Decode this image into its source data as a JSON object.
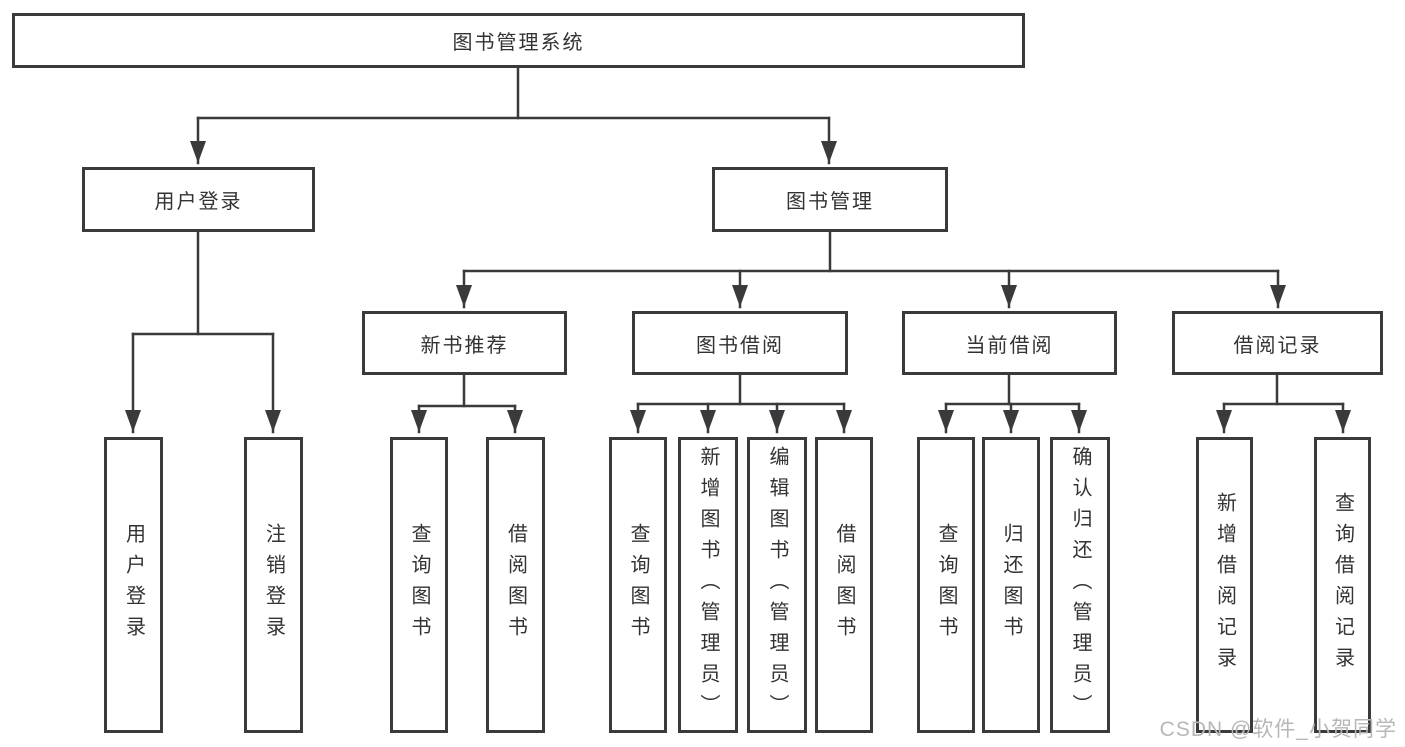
{
  "tree": {
    "root": "图书管理系统",
    "branches": [
      {
        "label": "用户登录",
        "children": [
          "用户登录",
          "注销登录"
        ]
      },
      {
        "label": "图书管理",
        "children": [
          {
            "label": "新书推荐",
            "children": [
              "查询图书",
              "借阅图书"
            ]
          },
          {
            "label": "图书借阅",
            "children": [
              "查询图书",
              "新增图书（管理员）",
              "编辑图书（管理员）",
              "借阅图书"
            ]
          },
          {
            "label": "当前借阅",
            "children": [
              "查询图书",
              "归还图书",
              "确认归还（管理员）"
            ]
          },
          {
            "label": "借阅记录",
            "children": [
              "新增借阅记录",
              "查询借阅记录"
            ]
          }
        ]
      }
    ]
  },
  "watermark": {
    "text": "CSDN @软件_小贺同学"
  },
  "colors": {
    "line": "#3a3a3c",
    "text": "#333336",
    "watermark": "#b7b7b7",
    "background": "#ffffff"
  }
}
